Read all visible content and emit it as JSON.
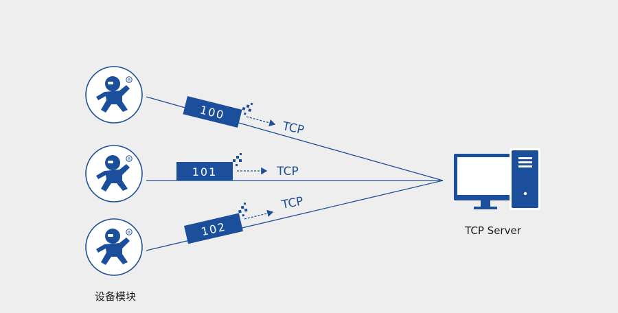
{
  "colors": {
    "background": "#eeeeee",
    "brand_blue": "#1b4f9c",
    "line": "#1f4f94",
    "white": "#ffffff"
  },
  "devices": [
    {
      "icon": "robot-mascot-icon",
      "registered_mark": "®"
    },
    {
      "icon": "robot-mascot-icon",
      "registered_mark": "®"
    },
    {
      "icon": "robot-mascot-icon",
      "registered_mark": "®"
    }
  ],
  "device_caption": "设备模块",
  "packets": [
    {
      "label": "100",
      "protocol": "TCP"
    },
    {
      "label": "101",
      "protocol": "TCP"
    },
    {
      "label": "102",
      "protocol": "TCP"
    }
  ],
  "server": {
    "icon": "desktop-computer-icon",
    "label": "TCP Server"
  }
}
